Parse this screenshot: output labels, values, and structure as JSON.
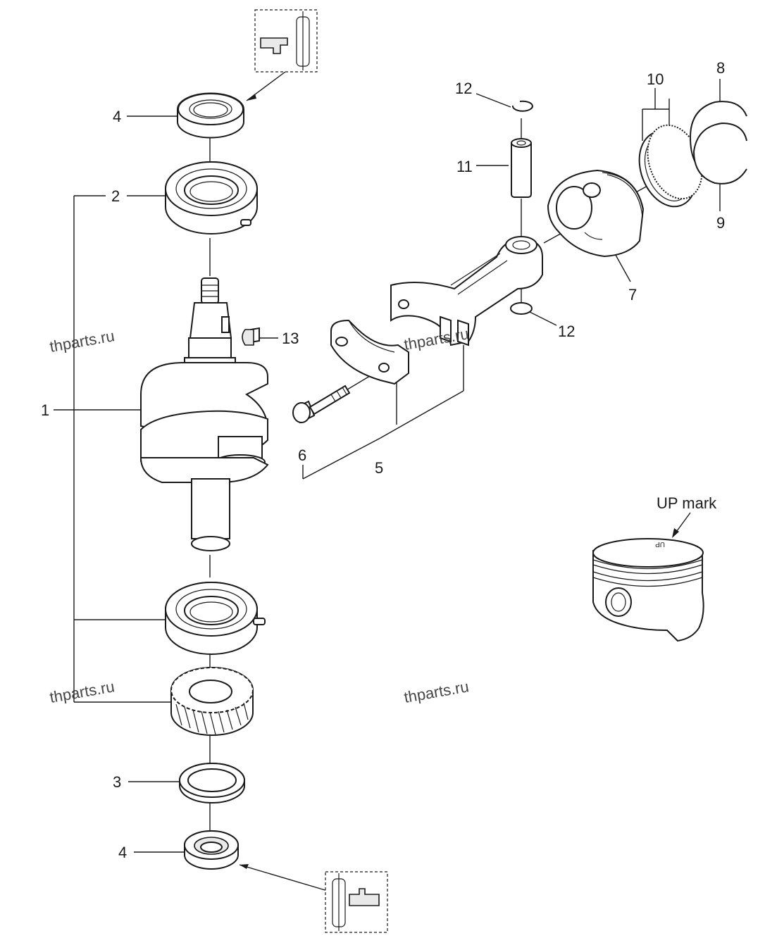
{
  "callouts": {
    "c1": "1",
    "c2": "2",
    "c3": "3",
    "c4_top": "4",
    "c4_bottom": "4",
    "c5": "5",
    "c6": "6",
    "c7": "7",
    "c8": "8",
    "c9": "9",
    "c10": "10",
    "c11": "11",
    "c12_top": "12",
    "c12_bottom": "12",
    "c13": "13"
  },
  "note": {
    "up_mark": "UP mark"
  },
  "watermarks": [
    "thparts.ru",
    "thparts.ru",
    "thparts.ru",
    "thparts.ru"
  ]
}
